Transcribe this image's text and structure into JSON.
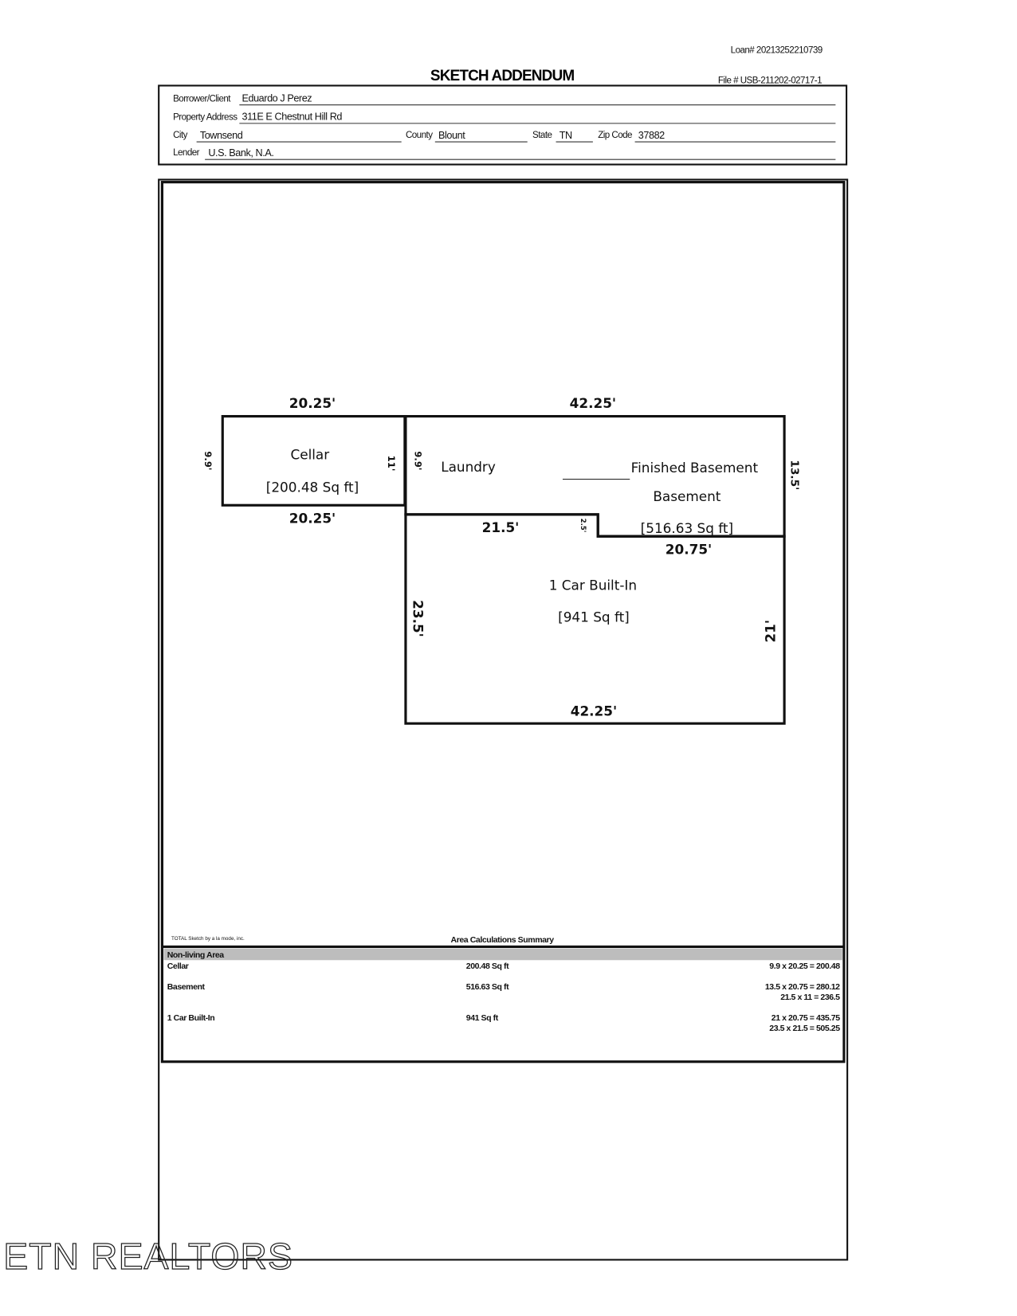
{
  "header": {
    "loan": "Loan# 20213252210739",
    "title": "SKETCH ADDENDUM",
    "file": "File #  USB-211202-02717-1"
  },
  "form": {
    "borrower_label": "Borrower/Client",
    "borrower": "Eduardo J  Perez",
    "address_label": "Property Address",
    "address": "311E E Chestnut Hill Rd",
    "city_label": "City",
    "city": "Townsend",
    "county_label": "County",
    "county": "Blount",
    "state_label": "State",
    "state": "TN",
    "zip_label": "Zip Code",
    "zip": "37882",
    "lender_label": "Lender",
    "lender": "U.S. Bank, N.A."
  },
  "sketch": {
    "cellar": {
      "name": "Cellar",
      "area": "[200.48 Sq ft]",
      "top": "20.25'",
      "bottom": "20.25'",
      "left": "9.9'",
      "right": "11'"
    },
    "basement": {
      "laundry": "Laundry",
      "name1": "Finished Basement",
      "name2": "Basement",
      "area": "[516.63 Sq ft]",
      "top": "42.25'",
      "left": "9.9'",
      "right": "13.5'",
      "step": "2.5'",
      "lower_left": "21.5'",
      "lower_right": "20.75'"
    },
    "garage": {
      "name": "1 Car Built-In",
      "area": "[941 Sq ft]",
      "left": "23.5'",
      "right": "21'",
      "bottom": "42.25'"
    }
  },
  "summary": {
    "credit": "TOTAL Sketch by a la mode, inc.",
    "title": "Area Calculations Summary",
    "section": "Non-living Area",
    "rows": [
      {
        "name": "Cellar",
        "area": "200.48 Sq ft",
        "calcs": [
          "9.9 x 20.25  =  200.48"
        ]
      },
      {
        "name": "Basement",
        "area": "516.63 Sq ft",
        "calcs": [
          "13.5 x 20.75 =  280.12",
          "21.5 x 11   =   236.5"
        ]
      },
      {
        "name": "1 Car Built-In",
        "area": "941 Sq ft",
        "calcs": [
          "21 x 20.75   = 435.75",
          "23.5 x 21.5  = 505.25"
        ]
      }
    ]
  },
  "watermark": "ETN REALTORS"
}
